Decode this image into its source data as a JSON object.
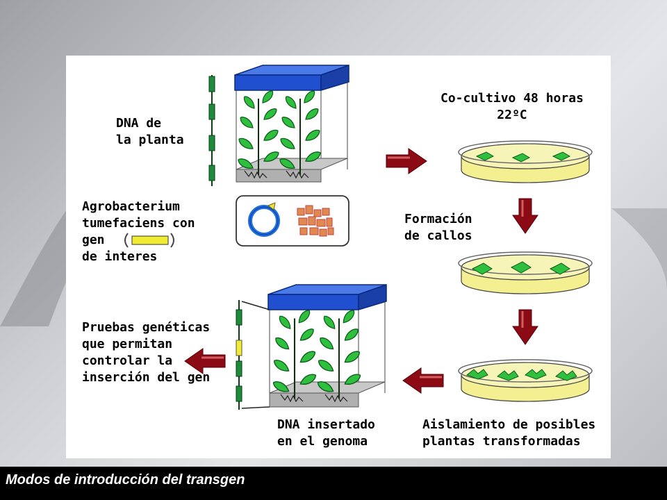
{
  "diagram": {
    "labels": {
      "dna_planta": "DNA de\nla planta",
      "agrobacterium": "Agrobacterium\ntumefaciens con\ngen\nde interes",
      "cocultivo": "Co-cultivo 48 horas\n22ºC",
      "formacion": "Formación\nde callos",
      "pruebas": "Pruebas genéticas\nque permitan\ncontrolar la\ninserción del gen",
      "dna_insertado": "DNA insertado\nen el genoma",
      "aislamiento": "Aislamiento de posibles\nplantas transformadas"
    }
  },
  "footer": {
    "title": "Modos de introducción del transgen"
  },
  "colors": {
    "box_top": "#2050d0",
    "leaf": "#2fbf3f",
    "arrow": "#8b0a14",
    "plate": "#f4ef90",
    "gene": "#f0ec30"
  }
}
